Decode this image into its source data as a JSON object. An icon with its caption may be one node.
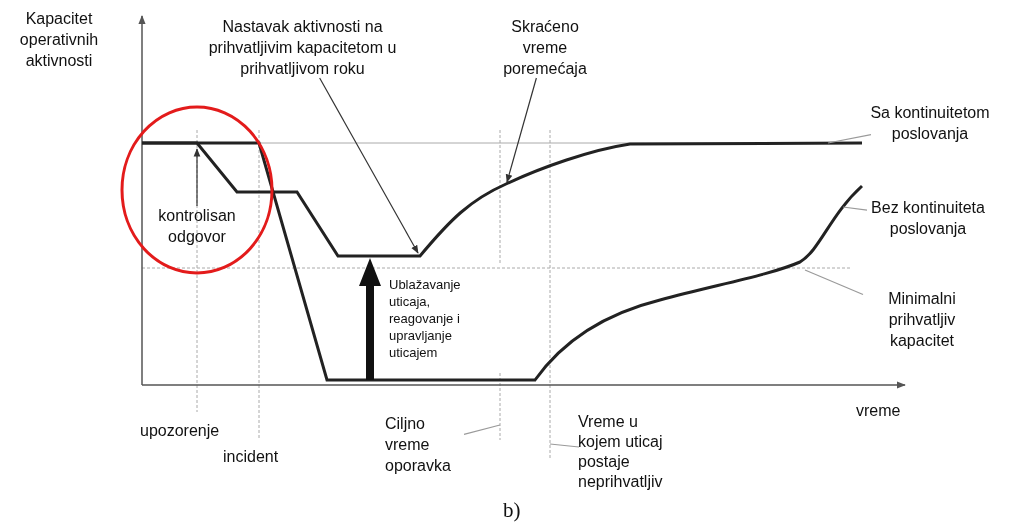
{
  "diagram": {
    "nodes": [
      {
        "text": [],
        "shape": "circle"
      },
      {
        "text": [
          "kontrolisan odgovor"
        ],
        "in": 0
      },
      {
        "text": [
          "Nastavak aktivnosti na prihvatljivim kapacitetom u prihvatljivom roku"
        ]
      },
      {
        "text": [
          "Skraćeno vreme poremećaja"
        ]
      },
      {
        "text": [
          "Sa kontinuitetom poslovanja"
        ]
      },
      {
        "text": [
          "Bez kontinuiteta poslovanja"
        ]
      },
      {
        "text": [
          "Minimalni prihvatljiv kapacitet"
        ]
      },
      {
        "text": [
          "Ciljno vreme oporavka"
        ]
      },
      {
        "text": [
          "Vreme u kojem uticaj postaje neprihvatljiv"
        ]
      }
    ],
    "edges": [
      {
        "from": 1,
        "to": null,
        "arrow": "to",
        "color": "#333333"
      },
      {
        "from": 2,
        "to": null,
        "arrow": "to",
        "color": "#333333"
      },
      {
        "from": 3,
        "to": null,
        "arrow": "to",
        "color": "#333333"
      },
      {
        "from": 4,
        "to": null,
        "arrow": "none"
      },
      {
        "from": 5,
        "to": null,
        "arrow": "none"
      },
      {
        "from": 6,
        "to": null,
        "arrow": "none"
      },
      {
        "from": 7,
        "to": null,
        "arrow": "none"
      },
      {
        "from": 8,
        "to": null,
        "arrow": "none"
      }
    ],
    "labels": [
      "Kapacitet operativnih aktivnosti",
      "Ublažavanje uticaja, reagovanje i upravljanje uticajem",
      "vreme",
      "upozorenje",
      "incident",
      "b)"
    ]
  }
}
